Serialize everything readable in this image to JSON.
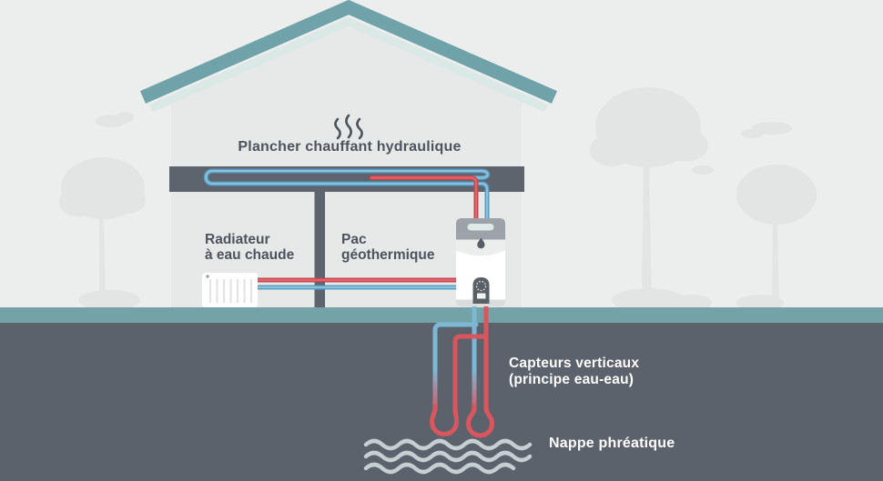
{
  "diagram": {
    "title": "Plancher chauffant hydraulique",
    "labels": {
      "radiator": {
        "line1": "Radiateur",
        "line2": "à eau chaude"
      },
      "heat_pump": {
        "line1": "Pac",
        "line2": "géothermique"
      },
      "vertical_sensors": {
        "line1": "Capteurs verticaux",
        "line2": "(principe eau-eau)"
      },
      "water_table": "Nappe phréatique"
    },
    "colors": {
      "hot_pipe": "#D9565E",
      "cold_pipe": "#7CB7D6",
      "roof": "#6FA3A9",
      "roof_underside": "#DAE8E6",
      "structure": "#5E646D",
      "ground_surface": "#74A3A7",
      "underground": "#5C626C",
      "text_dark": "#4E545C",
      "text_light": "#FFFFFF"
    },
    "icons": [
      "steam-icon",
      "water-drop-icon",
      "pressure-gauge-icon",
      "water-table-waves-icon"
    ]
  }
}
